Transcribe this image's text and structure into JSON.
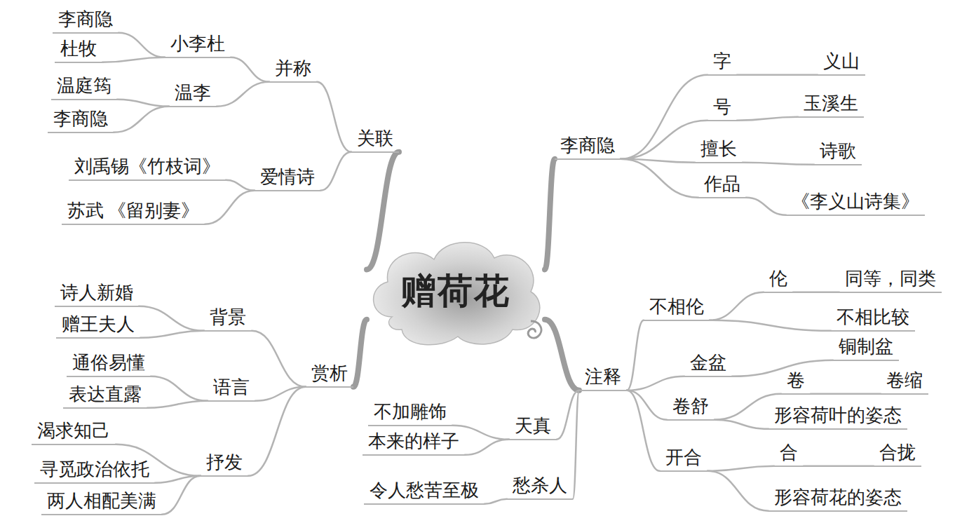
{
  "diagram": {
    "nodes": [
      {
        "text": [
          "赠荷花"
        ]
      },
      {
        "text": [
          "关联"
        ]
      },
      {
        "text": [
          "并称"
        ]
      },
      {
        "text": [
          "小李杜"
        ]
      },
      {
        "text": [
          "李商隐"
        ]
      },
      {
        "text": [
          "杜牧"
        ]
      },
      {
        "text": [
          "温李"
        ]
      },
      {
        "text": [
          "温庭筠"
        ]
      },
      {
        "text": [
          "李商隐"
        ]
      },
      {
        "text": [
          "爱情诗"
        ]
      },
      {
        "text": [
          "刘禹锡《竹枝词》"
        ]
      },
      {
        "text": [
          "苏武 《留别妻》"
        ]
      },
      {
        "text": [
          "李商隐"
        ]
      },
      {
        "text": [
          "字"
        ]
      },
      {
        "text": [
          "义山"
        ]
      },
      {
        "text": [
          "号"
        ]
      },
      {
        "text": [
          "玉溪生"
        ]
      },
      {
        "text": [
          "擅长"
        ]
      },
      {
        "text": [
          "诗歌"
        ]
      },
      {
        "text": [
          "作品"
        ]
      },
      {
        "text": [
          "《李义山诗集》"
        ]
      },
      {
        "text": [
          "赏析"
        ]
      },
      {
        "text": [
          "背景"
        ]
      },
      {
        "text": [
          "诗人新婚"
        ]
      },
      {
        "text": [
          "赠王夫人"
        ]
      },
      {
        "text": [
          "语言"
        ]
      },
      {
        "text": [
          "通俗易懂"
        ]
      },
      {
        "text": [
          "表达直露"
        ]
      },
      {
        "text": [
          "抒发"
        ]
      },
      {
        "text": [
          "渴求知己"
        ]
      },
      {
        "text": [
          "寻觅政治依托"
        ]
      },
      {
        "text": [
          "两人相配美满"
        ]
      },
      {
        "text": [
          "注释"
        ]
      },
      {
        "text": [
          "不相伦"
        ]
      },
      {
        "text": [
          "伦"
        ]
      },
      {
        "text": [
          "同等，同类"
        ]
      },
      {
        "text": [
          "不相比较"
        ]
      },
      {
        "text": [
          "金盆"
        ]
      },
      {
        "text": [
          "铜制盆"
        ]
      },
      {
        "text": [
          "卷舒"
        ]
      },
      {
        "text": [
          "卷"
        ]
      },
      {
        "text": [
          "卷缩"
        ]
      },
      {
        "text": [
          "形容荷叶的姿态"
        ]
      },
      {
        "text": [
          "开合"
        ]
      },
      {
        "text": [
          "合"
        ]
      },
      {
        "text": [
          "合拢"
        ]
      },
      {
        "text": [
          "形容荷花的姿态"
        ]
      },
      {
        "text": [
          "天真"
        ]
      },
      {
        "text": [
          "不加雕饰"
        ]
      },
      {
        "text": [
          "本来的样子"
        ]
      },
      {
        "text": [
          "愁杀人"
        ]
      },
      {
        "text": [
          "令人愁苦至极"
        ]
      }
    ],
    "edges": [
      {
        "from": 0,
        "to": 1,
        "arrow": "none"
      },
      {
        "from": 1,
        "to": 2,
        "arrow": "none"
      },
      {
        "from": 2,
        "to": 3,
        "arrow": "none"
      },
      {
        "from": 3,
        "to": 4,
        "arrow": "none"
      },
      {
        "from": 3,
        "to": 5,
        "arrow": "none"
      },
      {
        "from": 2,
        "to": 6,
        "arrow": "none"
      },
      {
        "from": 6,
        "to": 7,
        "arrow": "none"
      },
      {
        "from": 6,
        "to": 8,
        "arrow": "none"
      },
      {
        "from": 1,
        "to": 9,
        "arrow": "none"
      },
      {
        "from": 9,
        "to": 10,
        "arrow": "none"
      },
      {
        "from": 9,
        "to": 11,
        "arrow": "none"
      },
      {
        "from": 0,
        "to": 12,
        "arrow": "none"
      },
      {
        "from": 12,
        "to": 13,
        "arrow": "none"
      },
      {
        "from": 13,
        "to": 14,
        "arrow": "none"
      },
      {
        "from": 12,
        "to": 15,
        "arrow": "none"
      },
      {
        "from": 15,
        "to": 16,
        "arrow": "none"
      },
      {
        "from": 12,
        "to": 17,
        "arrow": "none"
      },
      {
        "from": 17,
        "to": 18,
        "arrow": "none"
      },
      {
        "from": 12,
        "to": 19,
        "arrow": "none"
      },
      {
        "from": 19,
        "to": 20,
        "arrow": "none"
      },
      {
        "from": 0,
        "to": 21,
        "arrow": "none"
      },
      {
        "from": 21,
        "to": 22,
        "arrow": "none"
      },
      {
        "from": 22,
        "to": 23,
        "arrow": "none"
      },
      {
        "from": 22,
        "to": 24,
        "arrow": "none"
      },
      {
        "from": 21,
        "to": 25,
        "arrow": "none"
      },
      {
        "from": 25,
        "to": 26,
        "arrow": "none"
      },
      {
        "from": 25,
        "to": 27,
        "arrow": "none"
      },
      {
        "from": 21,
        "to": 28,
        "arrow": "none"
      },
      {
        "from": 28,
        "to": 29,
        "arrow": "none"
      },
      {
        "from": 28,
        "to": 30,
        "arrow": "none"
      },
      {
        "from": 28,
        "to": 31,
        "arrow": "none"
      },
      {
        "from": 0,
        "to": 32,
        "arrow": "none"
      },
      {
        "from": 32,
        "to": 33,
        "arrow": "none"
      },
      {
        "from": 33,
        "to": 34,
        "arrow": "none"
      },
      {
        "from": 34,
        "to": 35,
        "arrow": "none"
      },
      {
        "from": 33,
        "to": 36,
        "arrow": "none"
      },
      {
        "from": 32,
        "to": 37,
        "arrow": "none"
      },
      {
        "from": 37,
        "to": 38,
        "arrow": "none"
      },
      {
        "from": 32,
        "to": 39,
        "arrow": "none"
      },
      {
        "from": 39,
        "to": 40,
        "arrow": "none"
      },
      {
        "from": 40,
        "to": 41,
        "arrow": "none"
      },
      {
        "from": 39,
        "to": 42,
        "arrow": "none"
      },
      {
        "from": 32,
        "to": 43,
        "arrow": "none"
      },
      {
        "from": 43,
        "to": 44,
        "arrow": "none"
      },
      {
        "from": 44,
        "to": 45,
        "arrow": "none"
      },
      {
        "from": 43,
        "to": 46,
        "arrow": "none"
      },
      {
        "from": 32,
        "to": 47,
        "arrow": "none"
      },
      {
        "from": 47,
        "to": 48,
        "arrow": "none"
      },
      {
        "from": 47,
        "to": 49,
        "arrow": "none"
      },
      {
        "from": 32,
        "to": 50,
        "arrow": "none"
      },
      {
        "from": 50,
        "to": 51,
        "arrow": "none"
      }
    ]
  }
}
